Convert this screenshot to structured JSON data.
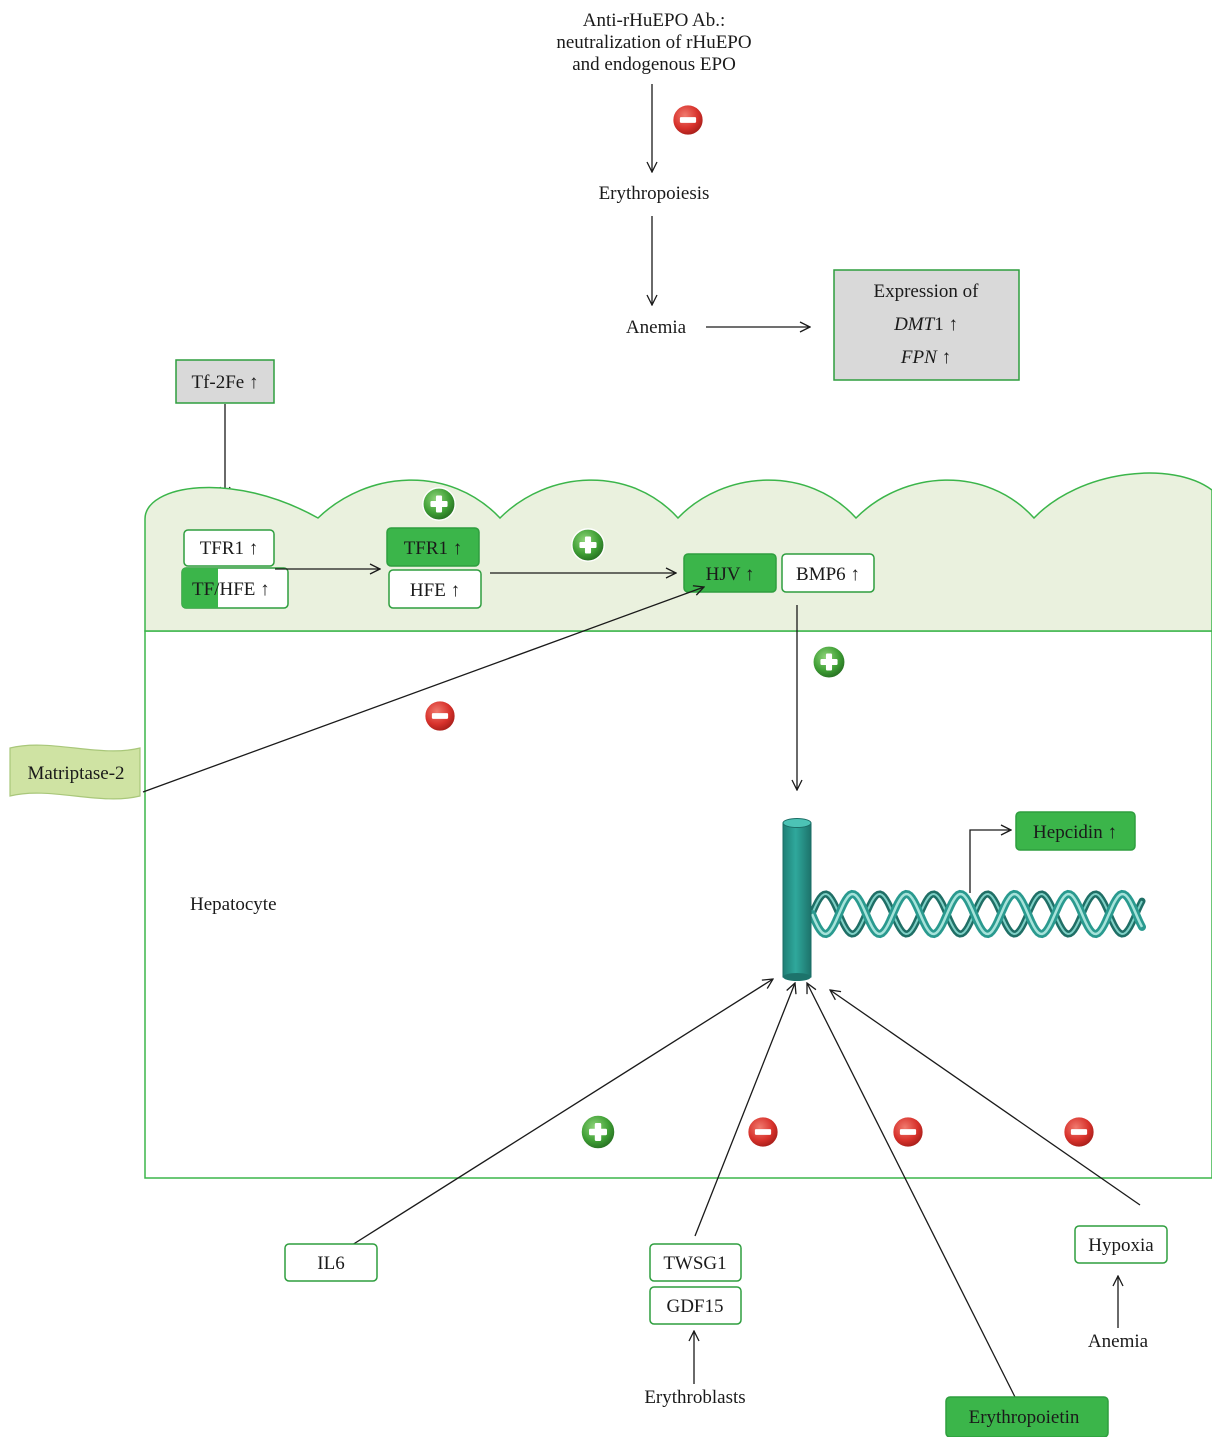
{
  "colors": {
    "green_box": "#3bb54a",
    "green_outline": "#2e9e3e",
    "membrane_fill": "#eaf1de",
    "grey_box": "#d9d9d9",
    "minus_red": "#d8322c",
    "plus_green": "#3f9f35",
    "receptor_teal": "#2a9a8f",
    "matriptase_fill": "#cfe3a3"
  },
  "top": {
    "antibody_line1": "Anti-rHuEPO Ab.:",
    "antibody_line2": "neutralization of rHuEPO",
    "antibody_line3": "and endogenous EPO",
    "erythropoiesis": "Erythropoiesis",
    "anemia": "Anemia"
  },
  "expression": {
    "title": "Expression of",
    "dmt1_italic": "DMT",
    "dmt1_rest": "1 ↑",
    "fpn_italic": "FPN",
    "fpn_rest": " ↑"
  },
  "tf2fe": "Tf-2Fe ↑",
  "membrane": {
    "tfr1_left": "TFR1 ↑",
    "tf_part": "TF",
    "hfe_part": "/HFE ↑",
    "tfr1_mid": "TFR1 ↑",
    "hfe_mid": "HFE ↑",
    "hjv": "HJV ↑",
    "bmp6": "BMP6 ↑"
  },
  "matriptase": "Matriptase-2",
  "hepatocyte": "Hepatocyte",
  "hepcidin": "Hepcidin ↑",
  "regulators": {
    "il6": "IL6",
    "twsg1": "TWSG1",
    "gdf15": "GDF15",
    "erythroblasts": "Erythroblasts",
    "erythropoietin": "Erythropoietin",
    "hypoxia": "Hypoxia",
    "anemia": "Anemia"
  },
  "symbols": {
    "plus_icon": "plus-circle",
    "minus_icon": "minus-circle"
  }
}
